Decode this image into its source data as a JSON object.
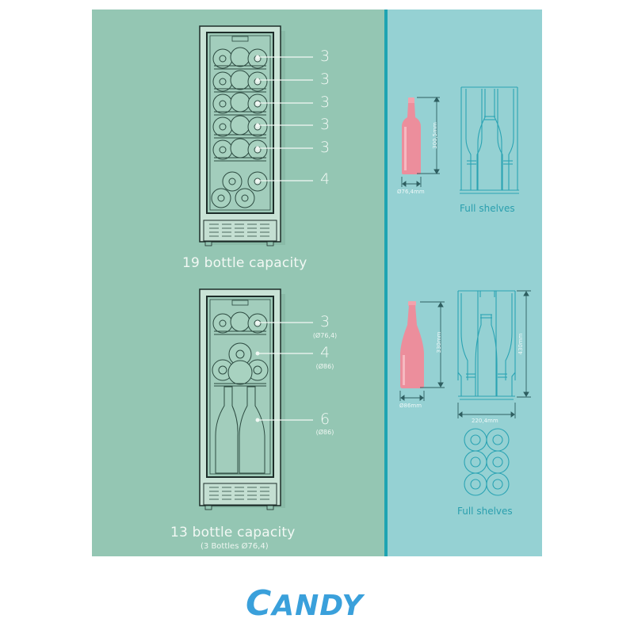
{
  "colors": {
    "left_panel": "#94c6b3",
    "right_panel": "#95d1d3",
    "divider": "#1ea4b2",
    "bottle": "#ec8e9c",
    "outline_teal": "#2a9fae",
    "brand_blue": "#3aa0db"
  },
  "config_top": {
    "title": "19  bottle capacity",
    "shelves": [
      {
        "count": "3"
      },
      {
        "count": "3"
      },
      {
        "count": "3"
      },
      {
        "count": "3"
      },
      {
        "count": "3"
      },
      {
        "count": "4"
      }
    ],
    "bottle": {
      "height_label": "300,5mm",
      "diameter_label": "Ø76,4mm"
    },
    "shelf_label": "Full shelves"
  },
  "config_bottom": {
    "title": "13  bottle capacity",
    "subtitle": "(3 Bottles Ø76,4)",
    "shelves": [
      {
        "count": "3",
        "diameter": "(Ø76,4)"
      },
      {
        "count": "4",
        "diameter": "(Ø86)"
      },
      {
        "count": "6",
        "diameter": "(Ø86)"
      }
    ],
    "bottle": {
      "height_label": "330mm",
      "diameter_label": "Ø86mm"
    },
    "rack": {
      "height_label": "430mm",
      "width_label": "220,4mm"
    },
    "shelf_label": "Full shelves"
  },
  "brand": {
    "logo_first": "C",
    "logo_rest": "ANDY"
  }
}
